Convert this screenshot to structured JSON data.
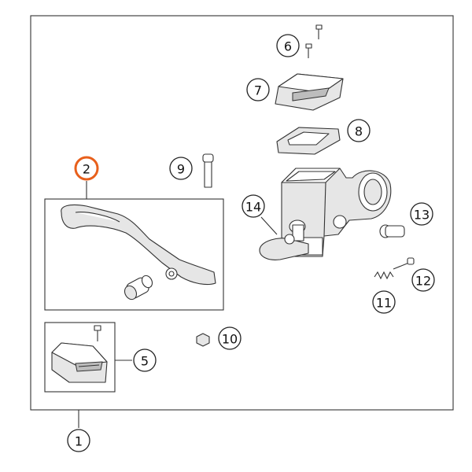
{
  "diagram": {
    "highlight_color": "#e8601c",
    "callouts": [
      {
        "id": "1",
        "label": "1"
      },
      {
        "id": "2",
        "label": "2",
        "highlighted": true
      },
      {
        "id": "5",
        "label": "5"
      },
      {
        "id": "6",
        "label": "6"
      },
      {
        "id": "7",
        "label": "7"
      },
      {
        "id": "8",
        "label": "8"
      },
      {
        "id": "9",
        "label": "9"
      },
      {
        "id": "10",
        "label": "10"
      },
      {
        "id": "11",
        "label": "11"
      },
      {
        "id": "12",
        "label": "12"
      },
      {
        "id": "13",
        "label": "13"
      },
      {
        "id": "14",
        "label": "14"
      }
    ]
  }
}
